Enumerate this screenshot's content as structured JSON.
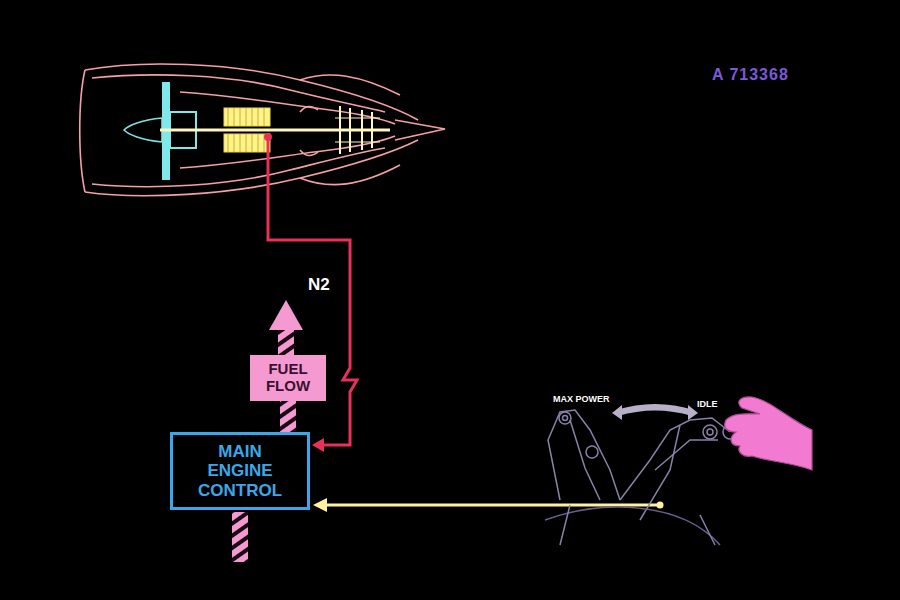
{
  "diagram": {
    "nodes": [
      {
        "text": [
          "FUEL FLOW"
        ]
      },
      {
        "text": [
          "MAIN ENGINE CONTROL"
        ]
      }
    ],
    "edges": [
      {
        "from": 1,
        "to": 0,
        "arrow": "none"
      }
    ],
    "labels": [
      "A 713368",
      "N2",
      "MAX POWER",
      "IDLE"
    ]
  }
}
